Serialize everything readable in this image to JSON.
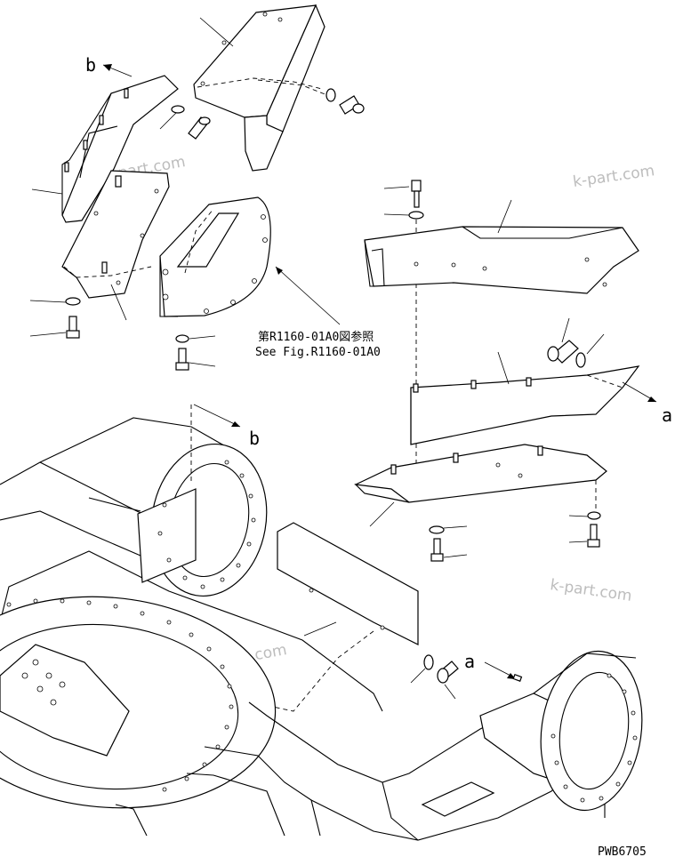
{
  "figure": {
    "ref_note_jp": "第R1160-01A0図参照",
    "ref_note_en": "See Fig.R1160-01A0",
    "arrow_label_a": "a",
    "arrow_label_b": "b",
    "figure_code": "PWB6705"
  },
  "watermarks": [
    "k-part.com",
    "k-part.com",
    "k-part.com",
    "k-part.com"
  ]
}
